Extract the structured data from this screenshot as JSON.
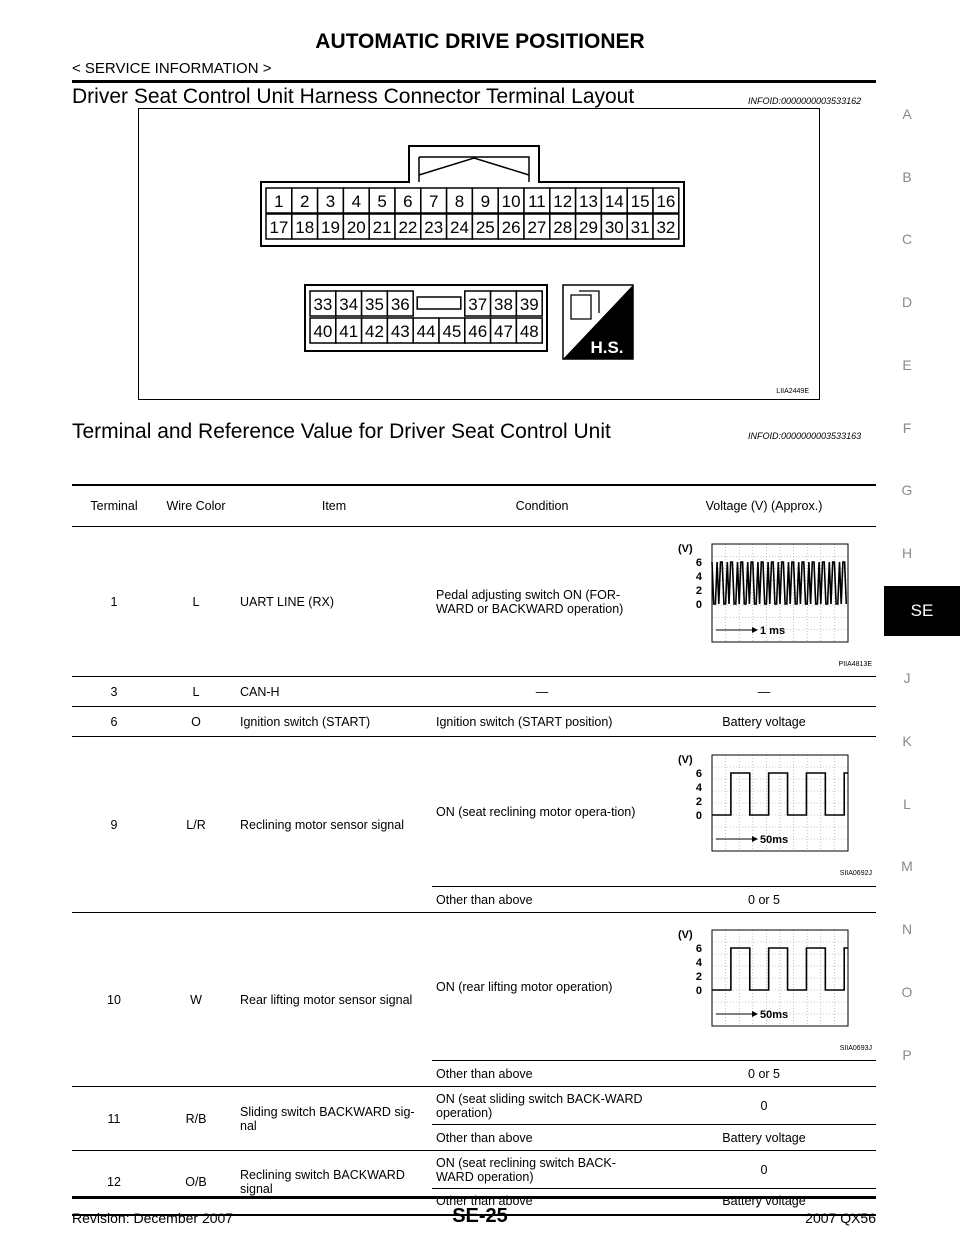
{
  "header": {
    "title": "AUTOMATIC DRIVE POSITIONER",
    "breadcrumb": "< SERVICE INFORMATION >"
  },
  "section1": {
    "heading": "Driver Seat Control Unit Harness Connector Terminal Layout",
    "infoid": "INFOID:0000000003533162",
    "figure_code": "LIIA2449E",
    "connector_top_row1": [
      "1",
      "2",
      "3",
      "4",
      "5",
      "6",
      "7",
      "8",
      "9",
      "10",
      "11",
      "12",
      "13",
      "14",
      "15",
      "16"
    ],
    "connector_top_row2": [
      "17",
      "18",
      "19",
      "20",
      "21",
      "22",
      "23",
      "24",
      "25",
      "26",
      "27",
      "28",
      "29",
      "30",
      "31",
      "32"
    ],
    "connector_bottom_row1_left": [
      "33",
      "34",
      "35",
      "36"
    ],
    "connector_bottom_row1_right": [
      "37",
      "38",
      "39"
    ],
    "connector_bottom_row2": [
      "40",
      "41",
      "42",
      "43",
      "44",
      "45",
      "46",
      "47",
      "48"
    ],
    "hs_label": "H.S."
  },
  "section2": {
    "heading": "Terminal and Reference Value for Driver Seat Control Unit",
    "infoid": "INFOID:0000000003533163"
  },
  "table": {
    "headers": {
      "terminal": "Terminal",
      "wire_color": "Wire Color",
      "item": "Item",
      "condition": "Condition",
      "voltage": "Voltage (V) (Approx.)"
    },
    "rows": {
      "r1": {
        "terminal": "1",
        "wire": "L",
        "item": "UART LINE (RX)",
        "condition": "Pedal adjusting switch ON (FOR-WARD or BACKWARD operation)",
        "scope_code": "PIIA4813E",
        "scope_unit": "(V)",
        "scope_ticks": [
          "6",
          "4",
          "2",
          "0"
        ],
        "scope_time": "1 ms"
      },
      "r3": {
        "terminal": "3",
        "wire": "L",
        "item": "CAN-H",
        "condition": "—",
        "voltage": "—"
      },
      "r6": {
        "terminal": "6",
        "wire": "O",
        "item": "Ignition switch (START)",
        "condition": "Ignition switch (START position)",
        "voltage": "Battery voltage"
      },
      "r9": {
        "terminal": "9",
        "wire": "L/R",
        "item": "Reclining motor sensor signal",
        "condition_on": "ON (seat reclining motor opera-tion)",
        "scope_code": "SIIA0692J",
        "scope_unit": "(V)",
        "scope_ticks": [
          "6",
          "4",
          "2",
          "0"
        ],
        "scope_time": "50ms",
        "condition_other": "Other than above",
        "voltage_other": "0 or 5"
      },
      "r10": {
        "terminal": "10",
        "wire": "W",
        "item": "Rear lifting motor sensor signal",
        "condition_on": "ON (rear lifting motor operation)",
        "scope_code": "SIIA0693J",
        "scope_unit": "(V)",
        "scope_ticks": [
          "6",
          "4",
          "2",
          "0"
        ],
        "scope_time": "50ms",
        "condition_other": "Other than above",
        "voltage_other": "0 or 5"
      },
      "r11": {
        "terminal": "11",
        "wire": "R/B",
        "item": "Sliding switch BACKWARD sig-nal",
        "condition_on": "ON (seat sliding switch BACK-WARD operation)",
        "voltage_on": "0",
        "condition_other": "Other than above",
        "voltage_other": "Battery voltage"
      },
      "r12": {
        "terminal": "12",
        "wire": "O/B",
        "item": "Reclining switch BACKWARD signal",
        "condition_on": "ON (seat reclining switch BACK-WARD operation)",
        "voltage_on": "0",
        "condition_other": "Other than above",
        "voltage_other": "Battery voltage"
      }
    }
  },
  "side_index": [
    "A",
    "B",
    "C",
    "D",
    "E",
    "F",
    "G",
    "H",
    "SE",
    "J",
    "K",
    "L",
    "M",
    "N",
    "O",
    "P"
  ],
  "footer": {
    "revision": "Revision: December 2007",
    "page": "SE-25",
    "model": "2007 QX56"
  }
}
